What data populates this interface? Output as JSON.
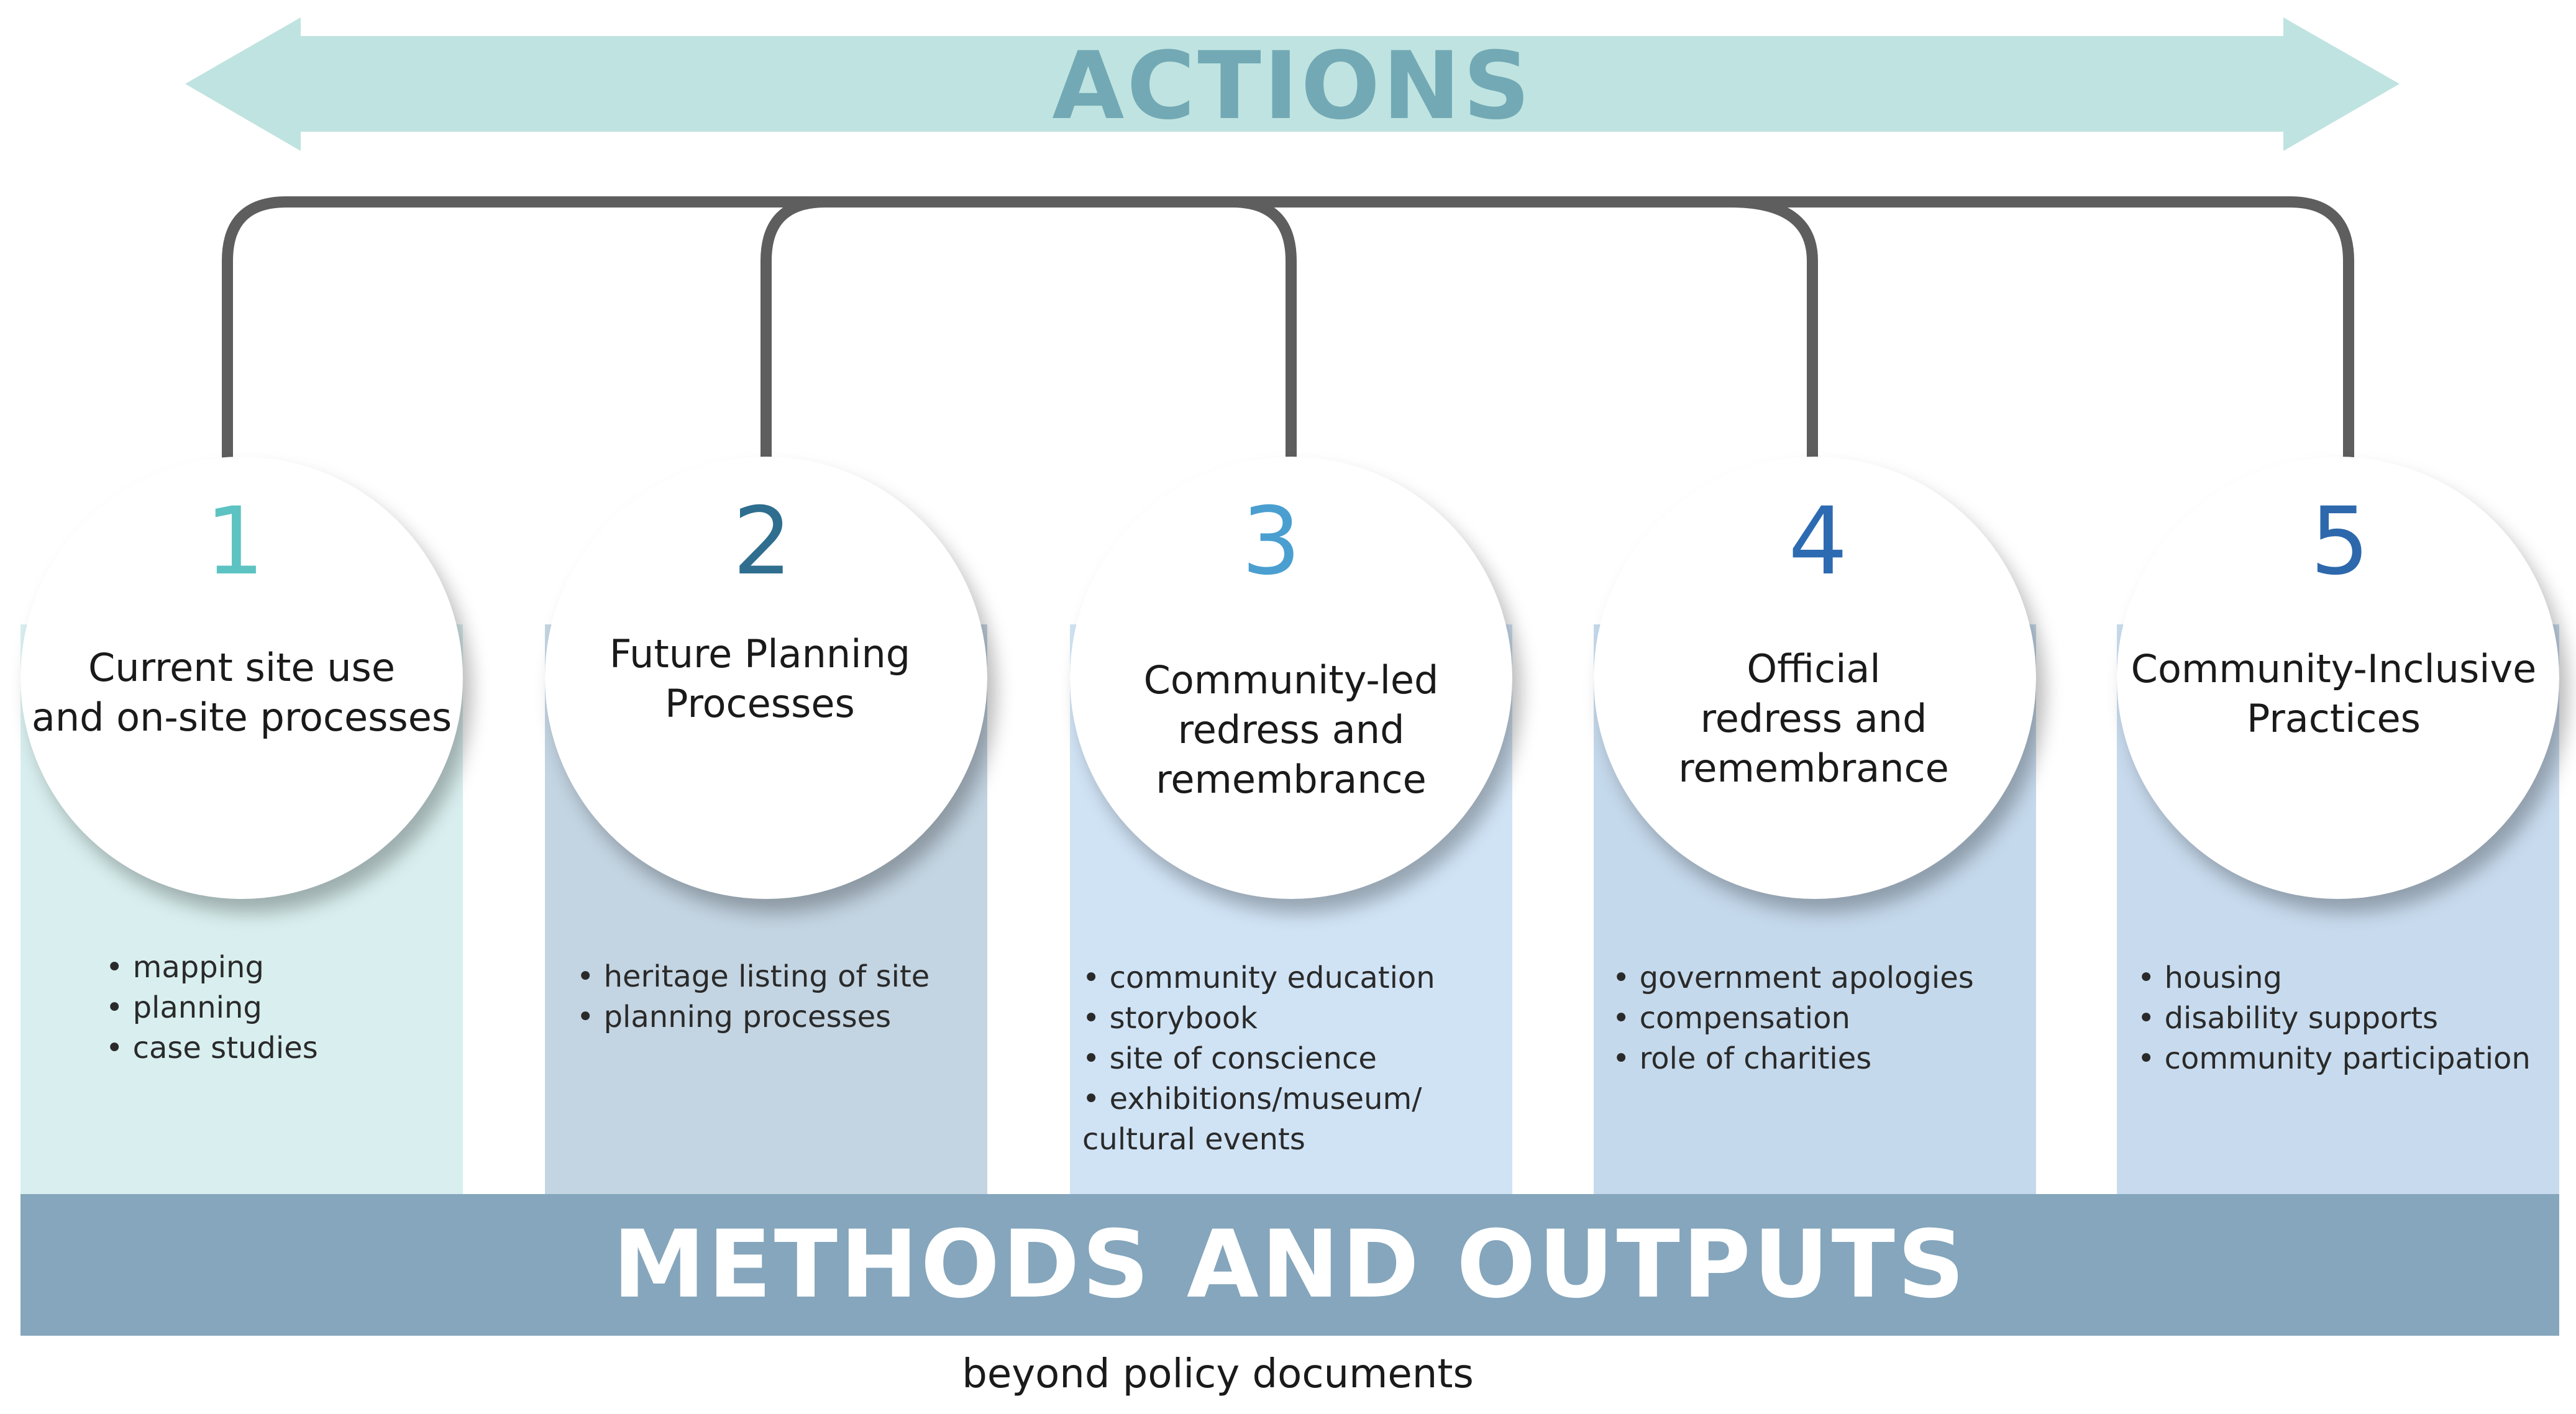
{
  "actions_label": "ACTIONS",
  "methods_label": "METHODS AND OUTPUTS",
  "methods_sublabel": "beyond policy documents",
  "colors": {
    "arrow_fill": "#bfe3e0",
    "arrow_text": "#72a9b5",
    "connector": "#5e5e5e",
    "banner": "#85a6bc",
    "banner_text": "#ffffff"
  },
  "steps": [
    {
      "number": "1",
      "title": "Current site use\nand on-site processes",
      "bullets": [
        "mapping",
        "planning",
        "case studies"
      ],
      "column_color": "#d9efef",
      "number_color": "#5cc3c2"
    },
    {
      "number": "2",
      "title": "Future Planning\nProcesses",
      "bullets": [
        "heritage listing of site",
        "planning processes"
      ],
      "column_color": "#c3d4e2",
      "number_color": "#2f6e8f"
    },
    {
      "number": "3",
      "title": "Community-led\nredress and\nremembrance",
      "bullets": [
        "community education",
        "storybook",
        "site of conscience",
        "exhibitions/museum/ cultural events"
      ],
      "column_color": "#d0e3f5",
      "number_color": "#4a9fd0"
    },
    {
      "number": "4",
      "title": "Official\nredress and\nremembrance",
      "bullets": [
        "government apologies",
        "compensation",
        "role of charities"
      ],
      "column_color": "#c5d9ec",
      "number_color": "#2c6bb2"
    },
    {
      "number": "5",
      "title": "Community-Inclusive\nPractices",
      "bullets": [
        "housing",
        "disability supports",
        "community participation"
      ],
      "column_color": "#c8dbee",
      "number_color": "#2d68ad"
    }
  ]
}
